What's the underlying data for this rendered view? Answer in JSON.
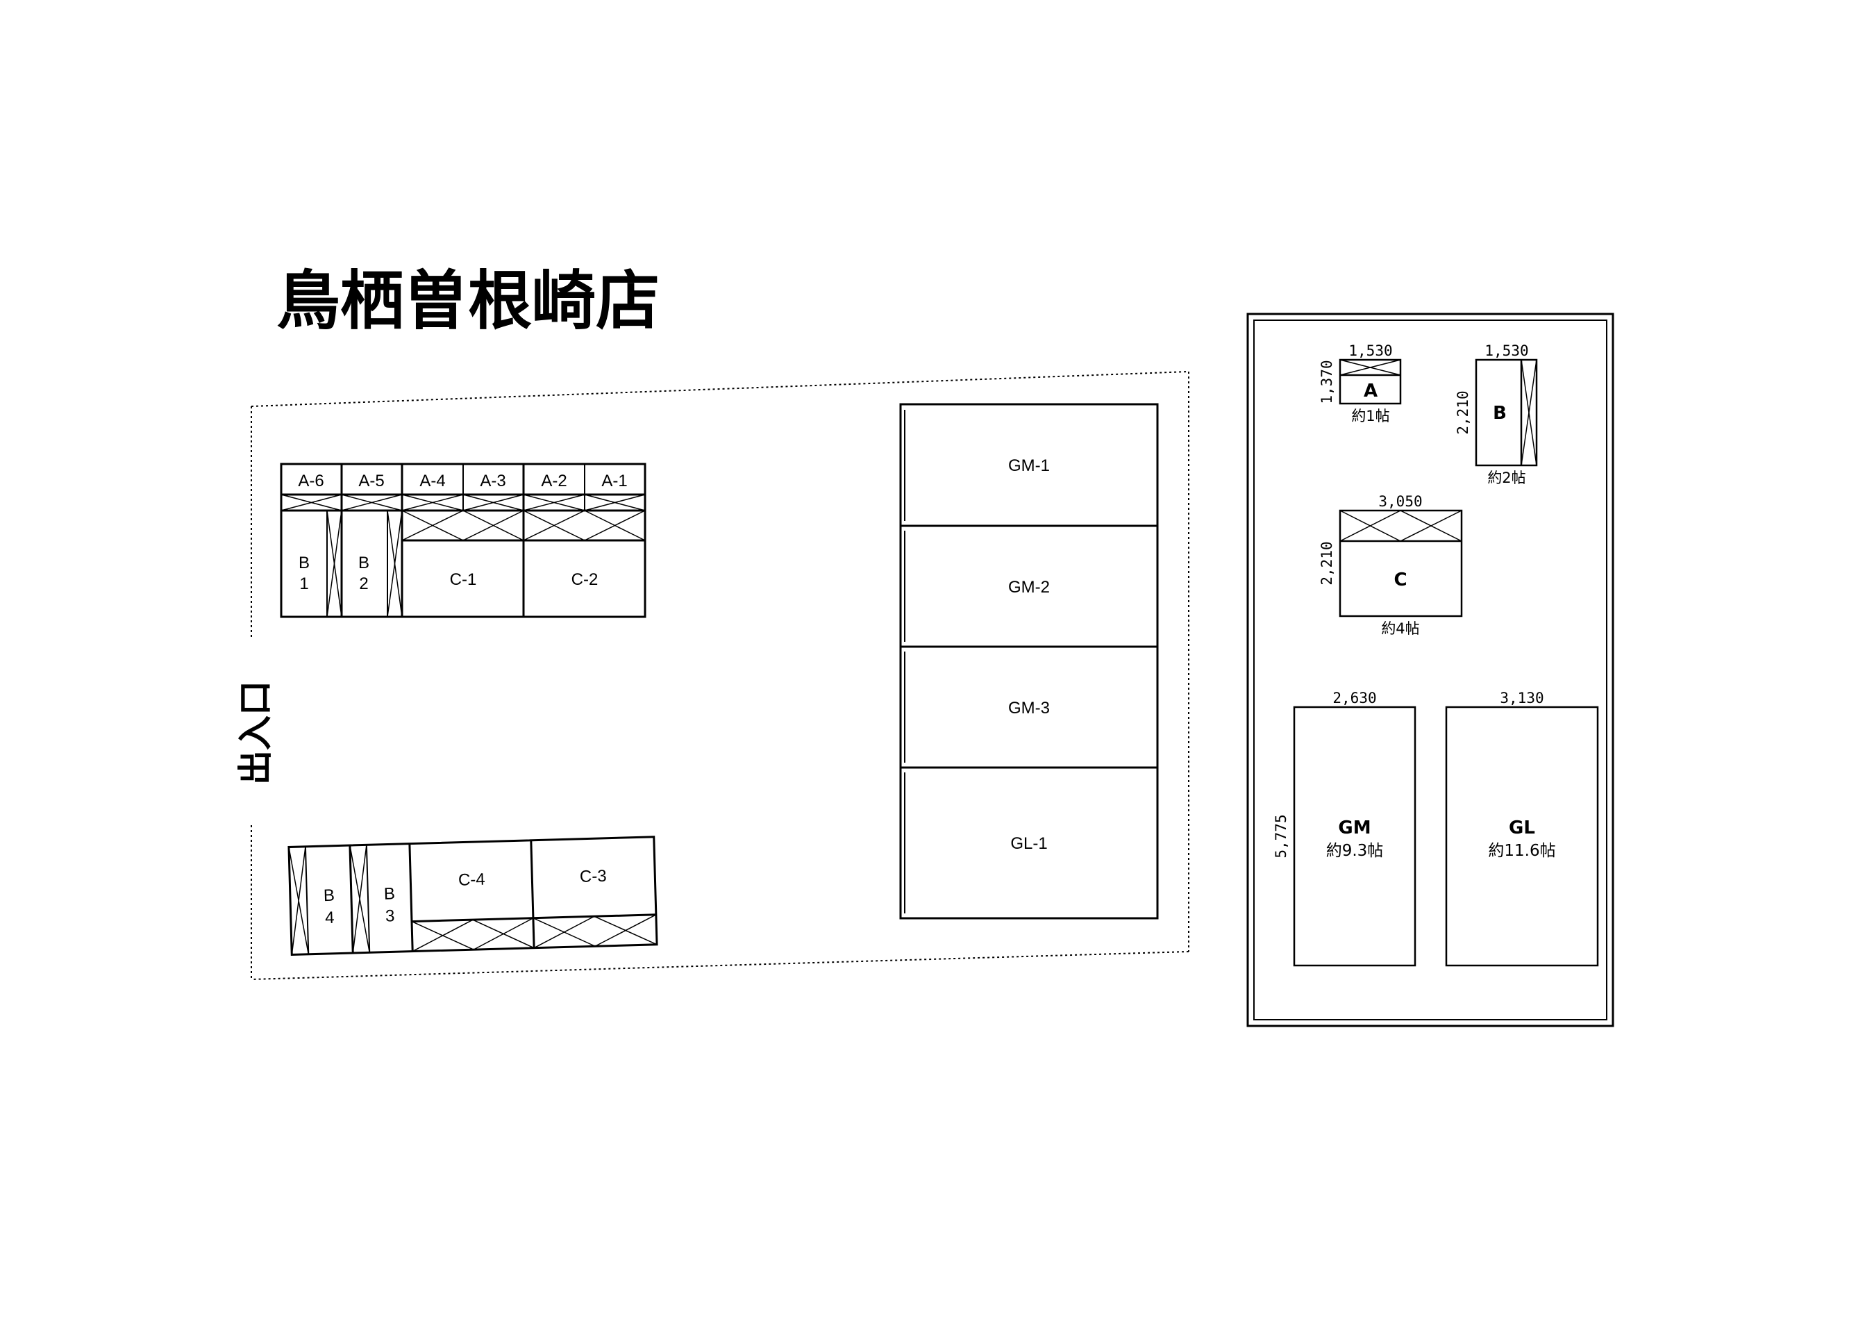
{
  "title": "鳥栖曽根崎店",
  "entrance": "出入口",
  "top_row": {
    "a_units": [
      "A-6",
      "A-5",
      "A-4",
      "A-3",
      "A-2",
      "A-1"
    ],
    "b_units": [
      {
        "line1": "B",
        "line2": "1"
      },
      {
        "line1": "B",
        "line2": "2"
      }
    ],
    "c_units": [
      "C-1",
      "C-2"
    ]
  },
  "bottom_row": {
    "b_units": [
      {
        "line1": "B",
        "line2": "4"
      },
      {
        "line1": "B",
        "line2": "3"
      }
    ],
    "c_units": [
      "C-4",
      "C-3"
    ]
  },
  "garages": [
    "GM-1",
    "GM-2",
    "GM-3",
    "GL-1"
  ],
  "legend": {
    "A": {
      "name": "A",
      "width": "1,530",
      "depth": "1,370",
      "area": "約1帖"
    },
    "B": {
      "name": "B",
      "width": "1,530",
      "depth": "2,210",
      "area": "約2帖"
    },
    "C": {
      "name": "C",
      "width": "3,050",
      "depth": "2,210",
      "area": "約4帖"
    },
    "GM": {
      "name": "GM",
      "width": "2,630",
      "depth": "5,775",
      "area": "約9.3帖"
    },
    "GL": {
      "name": "GL",
      "width": "3,130",
      "area": "約11.6帖"
    }
  }
}
